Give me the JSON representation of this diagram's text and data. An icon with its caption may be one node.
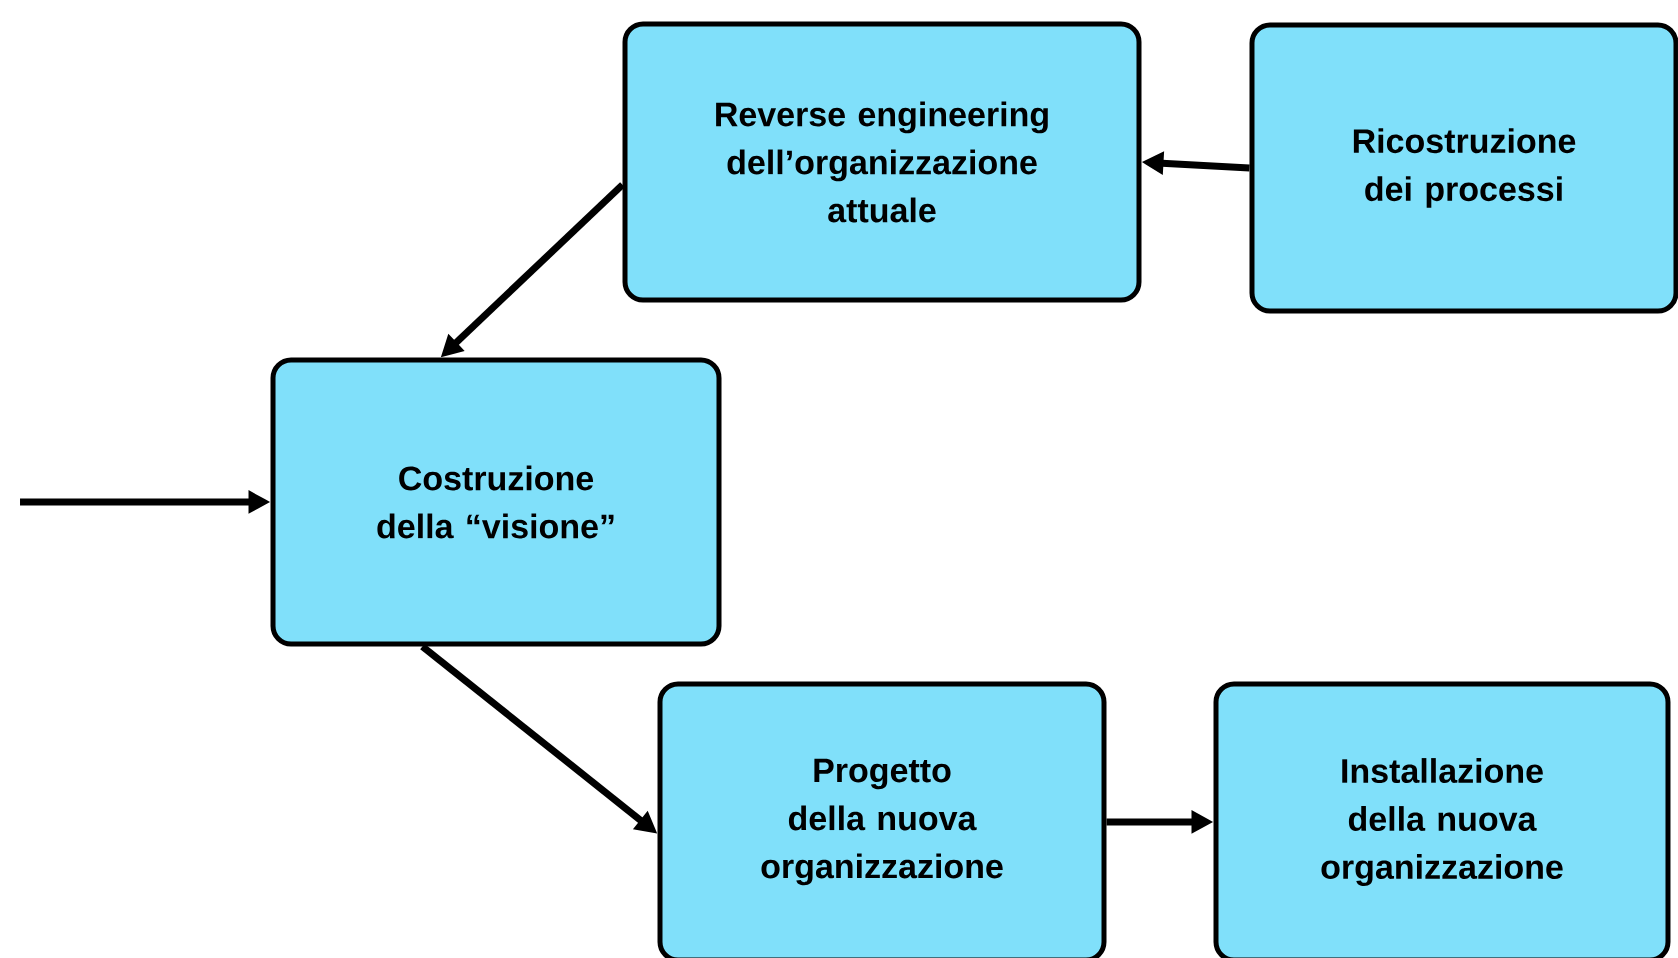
{
  "diagram": {
    "nodes": [
      {
        "text": [
          "Reverse engineering dell’organizzazione attuale"
        ]
      },
      {
        "text": [
          "Ricostruzione dei processi"
        ]
      },
      {
        "text": [
          "Costruzione della “visione”"
        ]
      },
      {
        "text": [
          "Progetto della nuova organizzazione"
        ]
      },
      {
        "text": [
          "Installazione della nuova organizzazione"
        ]
      }
    ],
    "edges": [
      {
        "from": 1,
        "to": 0,
        "arrow": "to"
      },
      {
        "from": 0,
        "to": 2,
        "arrow": "to"
      },
      {
        "from": null,
        "to": 2,
        "arrow": "to"
      },
      {
        "from": 2,
        "to": 3,
        "arrow": "to"
      },
      {
        "from": 3,
        "to": 4,
        "arrow": "to"
      }
    ]
  }
}
